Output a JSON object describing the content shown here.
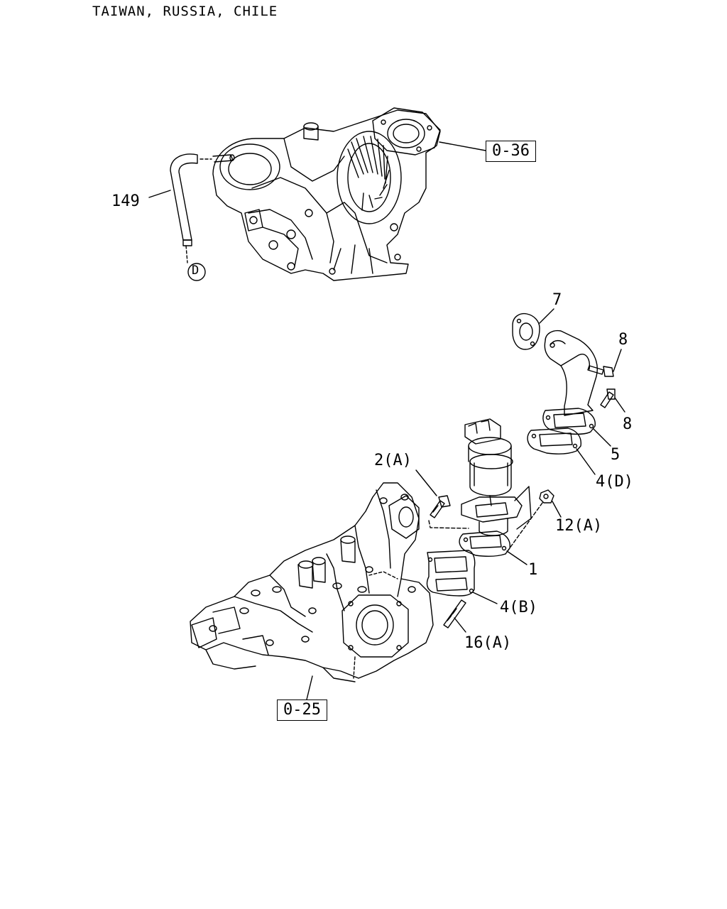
{
  "header": {
    "markets": "TAIWAN, RUSSIA, CHILE"
  },
  "callouts": {
    "ref_turbo": "0-36",
    "ref_manifold": "0-25",
    "p149": "149",
    "pD": "D",
    "p7": "7",
    "p8a": "8",
    "p8b": "8",
    "p5": "5",
    "p4d": "4(D)",
    "p2a": "2(A)",
    "p12a": "12(A)",
    "p1": "1",
    "p4b": "4(B)",
    "p16a": "16(A)"
  }
}
